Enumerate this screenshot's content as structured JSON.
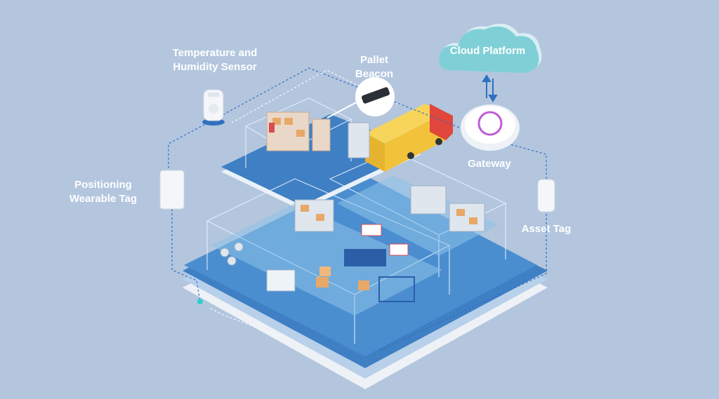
{
  "diagram": {
    "cloud_platform": "Cloud Platform",
    "gateway": "Gateway",
    "pallet_beacon": "Pallet\nBeacon",
    "temperature_sensor": "Temperature and\nHumidity Sensor",
    "positioning_tag": "Positioning\nWearable Tag",
    "asset_tag": "Asset Tag"
  },
  "colors": {
    "background": "#b3c6de",
    "floor_blue": "#4a86c8",
    "cloud": "#7fd0d6",
    "truck_box": "#f2c33a",
    "truck_cab": "#e0463c"
  }
}
